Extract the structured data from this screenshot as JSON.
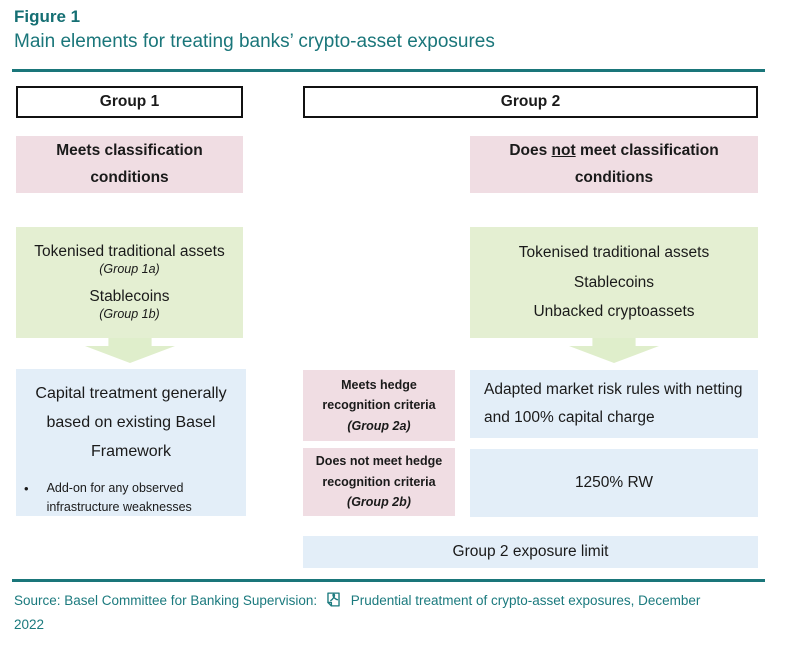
{
  "header": {
    "figure_label": "Figure 1",
    "title": "Main elements for treating banks’ crypto-asset exposures"
  },
  "colors": {
    "teal": "#1a767a",
    "pink_box": "#f0dde3",
    "green_box": "#e4efd2",
    "arrow_green": "#dfeecb",
    "blue_box": "#e3eef8",
    "header_border": "#111111"
  },
  "group1": {
    "label": "Group 1",
    "condition": "Meets classification conditions",
    "assets": [
      {
        "name": "Tokenised traditional assets",
        "group": "(Group 1a)"
      },
      {
        "name": "Stablecoins",
        "group": "(Group 1b)"
      }
    ],
    "outcome": "Capital treatment generally based on existing Basel Framework",
    "outcome_bullet": "Add-on for any observed infrastructure weaknesses",
    "bullet_marker": "•"
  },
  "group2": {
    "label": "Group 2",
    "condition_pre": "Does ",
    "condition_not": "not",
    "condition_post": " meet classification conditions",
    "assets": [
      {
        "name": "Tokenised traditional assets"
      },
      {
        "name": "Stablecoins"
      },
      {
        "name": "Unbacked cryptoassets"
      }
    ],
    "hedge_meets_text": "Meets hedge recognition criteria",
    "hedge_meets_group": "(Group 2a)",
    "hedge_not_text": "Does not meet hedge recognition criteria ",
    "hedge_not_group": "(Group 2b)",
    "outcome_hedged": "Adapted market risk rules with netting and 100% capital charge",
    "outcome_unhedged": "1250% RW",
    "exposure_limit": "Group 2 exposure limit"
  },
  "footer": {
    "source_prefix": "Source: Basel Committee for Banking Supervision:",
    "source_link": "Prudential treatment of crypto-asset exposures, December 2022"
  }
}
